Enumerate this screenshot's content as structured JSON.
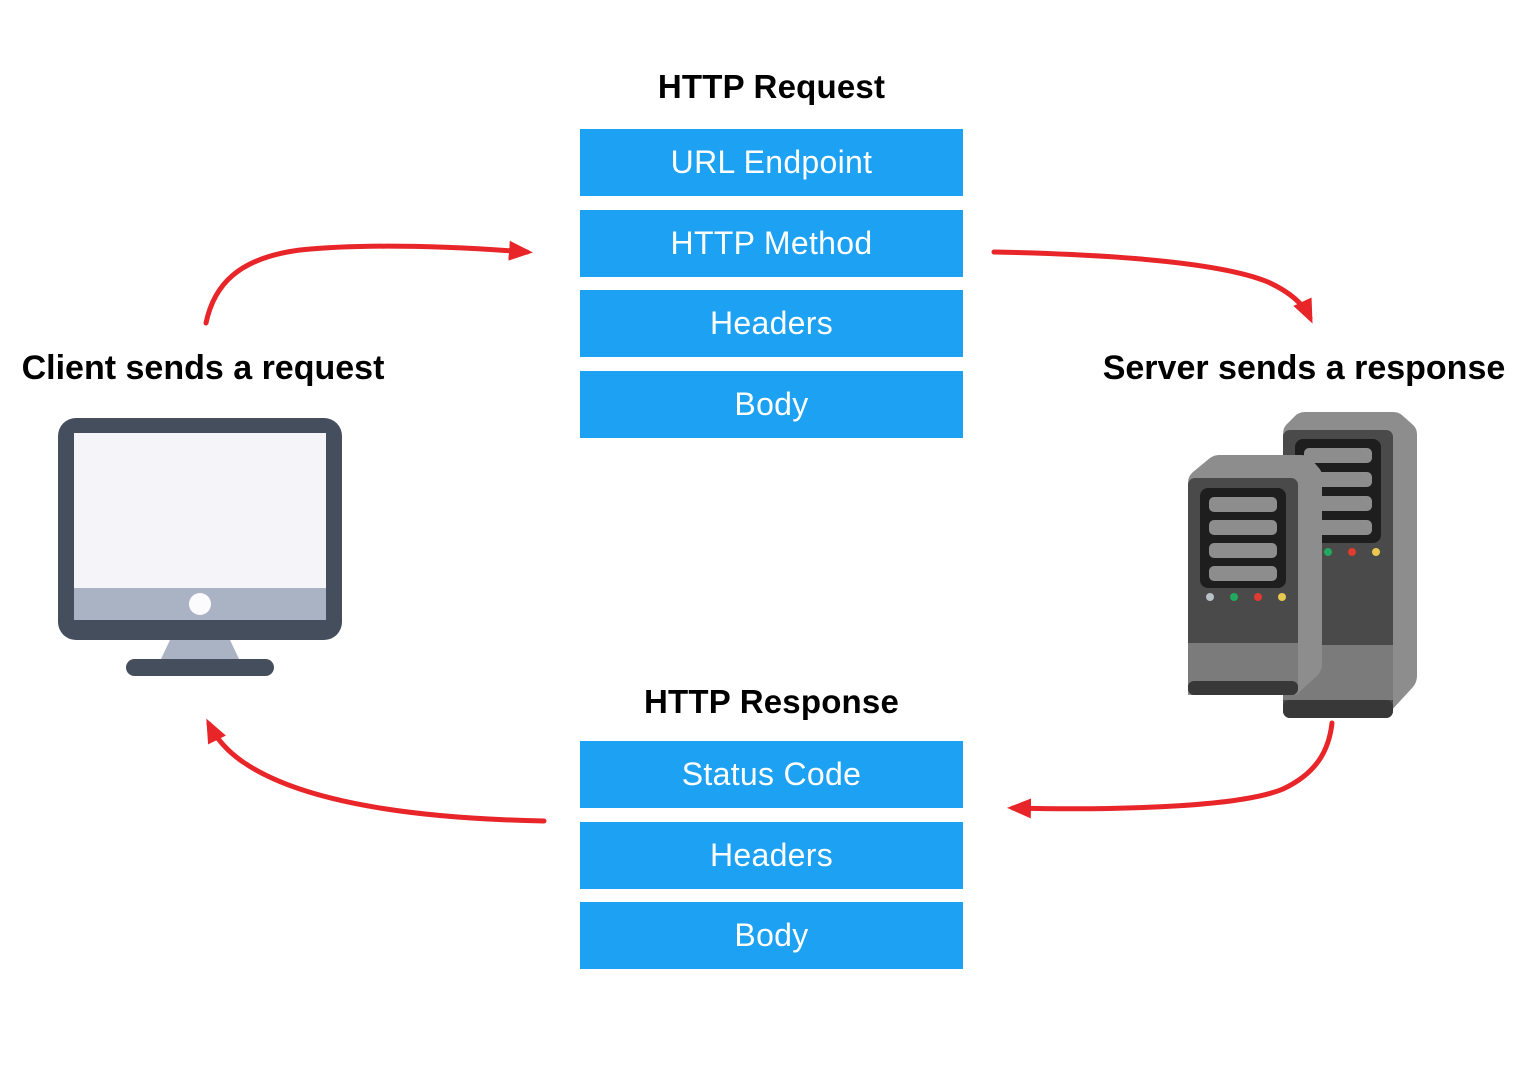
{
  "request": {
    "title": "HTTP Request",
    "items": [
      "URL Endpoint",
      "HTTP Method",
      "Headers",
      "Body"
    ]
  },
  "response": {
    "title": "HTTP Response",
    "items": [
      "Status Code",
      "Headers",
      "Body"
    ]
  },
  "client": {
    "label": "Client sends a request",
    "icon": "desktop-monitor-icon"
  },
  "server": {
    "label": "Server sends a response",
    "icon": "server-towers-icon"
  },
  "arrows": [
    {
      "from": "client",
      "to": "http-request"
    },
    {
      "from": "http-request",
      "to": "server"
    },
    {
      "from": "server",
      "to": "http-response"
    },
    {
      "from": "http-response",
      "to": "client"
    }
  ],
  "colors": {
    "accent": "#1da1f2",
    "arrow_red": "#e82529",
    "text_black": "#000000",
    "box_text_white": "#ffffff"
  }
}
